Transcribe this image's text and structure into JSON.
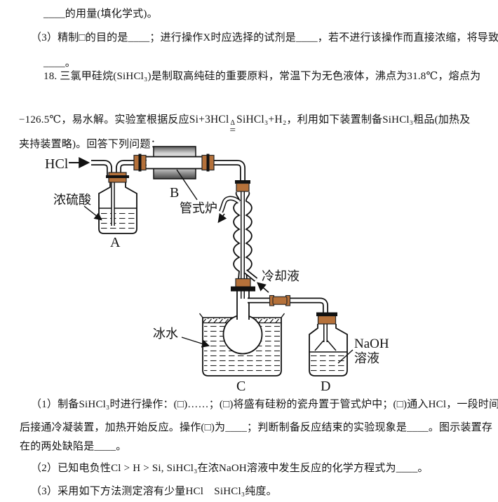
{
  "colors": {
    "stopper": "#b5713a",
    "tube_connector": "#b5713a",
    "furnace_dark": "#5a5a5a",
    "furnace_light": "#f4f4f4",
    "ink": "#141414"
  },
  "prev_question": {
    "line1": "____的用量(填化学式)。",
    "line2": "（3）精制□的目的是____；进行操作X时应选择的试剂是____，若不进行该操作而直接浓缩，将导致",
    "line3": "____。"
  },
  "q18": {
    "stem1": "18. 三氯甲硅烷(SiHCl₃)是制取高纯硅的重要原料，常温下为无色液体，沸点为31.8℃，熔点为",
    "stem2a": "−126.5℃，易水解。实验室根据反应",
    "reaction": {
      "lhs": "Si+3HCl",
      "over": "Δ",
      "eq": "=",
      "rhs": "SiHCl₃+H₂"
    },
    "stem2b": "，利用如下装置制备SiHCl₃粗品(加热及",
    "stem3": "夹持装置略)。回答下列问题：",
    "q1_line1": "（1）制备SiHCl₃时进行操作：(□)……；(□)将盛有硅粉的瓷舟置于管式炉中；(□)通入HCl，一段时间",
    "q1_line2": "后接通冷凝装置，加热开始反应。操作(□)为____；判断制备反应结束的实验现象是____。图示装置存",
    "q1_line3": "在的两处缺陷是____。",
    "q2": "（2）已知电负性Cl > H > Si, SiHCl₃在浓NaOH溶液中发生反应的化学方程式为____。",
    "q3": "（3）采用如下方法测定溶有少量HCl　SiHCl₃纯度。"
  },
  "diagram": {
    "gas_label": "HCl",
    "acid_label": "浓硫酸",
    "bottle_a_label": "A",
    "furnace_letter": "B",
    "furnace_label": "管式炉",
    "coolant_label": "冷却液",
    "ice_label": "冰水",
    "flask_label": "C",
    "bottle_d_label": "D",
    "naoh_label_line1": "NaOH",
    "naoh_label_line2": "溶液"
  }
}
